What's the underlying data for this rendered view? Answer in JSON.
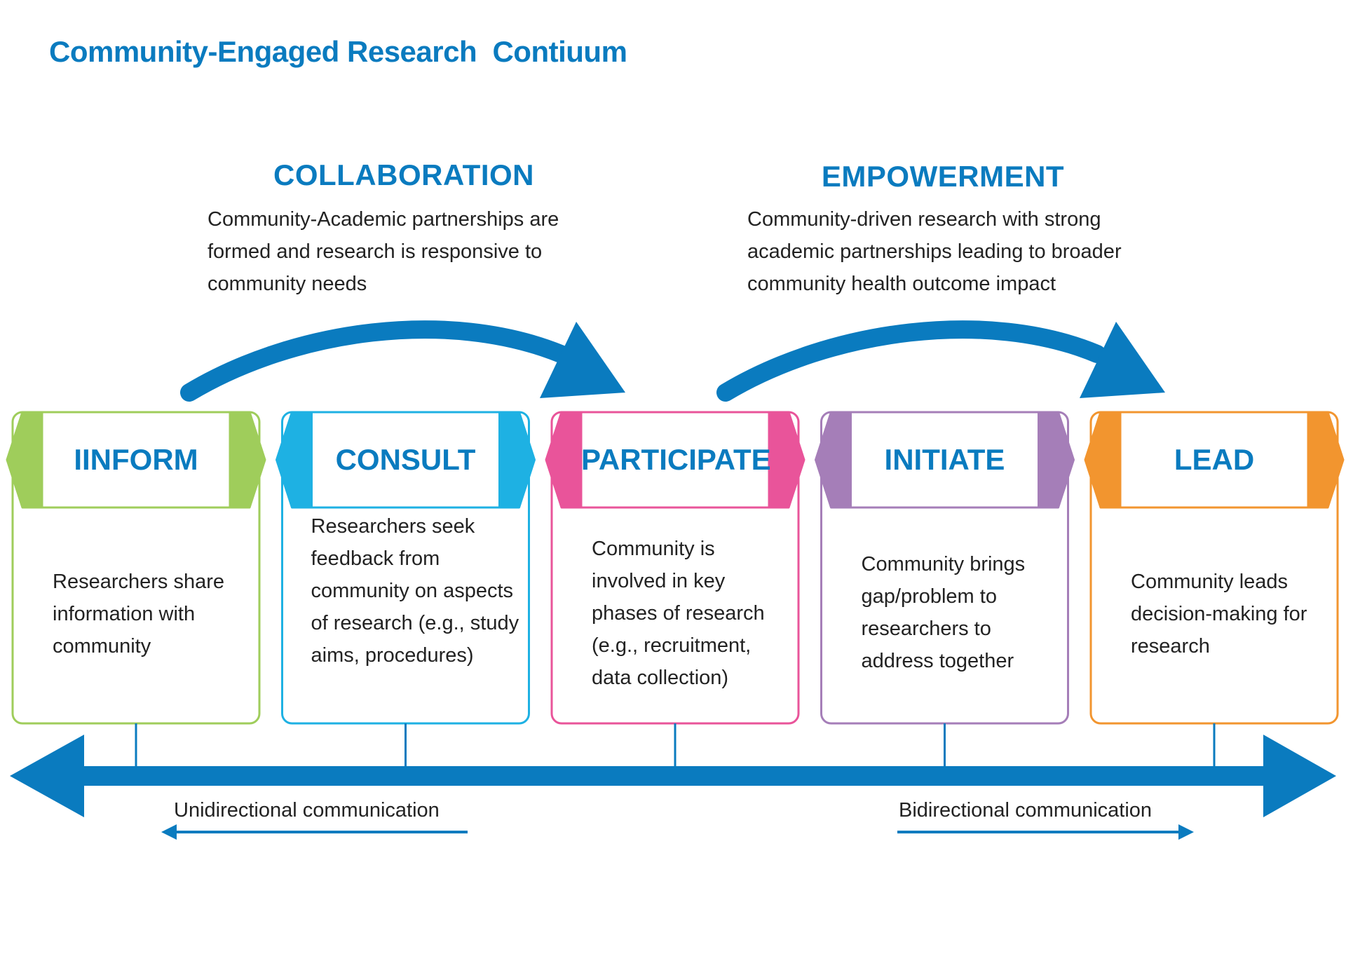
{
  "title": "Community-Engaged Research  Contiuum",
  "collaboration": {
    "heading": "COLLABORATION",
    "description": "Community-Academic partnerships are formed and research is responsive to community needs"
  },
  "empowerment": {
    "heading": "EMPOWERMENT",
    "description": "Community-driven research with strong academic partnerships leading to broader community health outcome impact"
  },
  "stages": [
    {
      "label": "IINFORM",
      "description": "Researchers share information with community",
      "color": "#9fcd5b"
    },
    {
      "label": "CONSULT",
      "description": "Researchers seek feedback from community on aspects of research (e.g., study aims, procedures)",
      "color": "#1eb1e3"
    },
    {
      "label": "PARTICIPATE",
      "description": "Community is involved in key phases of research (e.g., recruitment, data collection)",
      "color": "#e9549a"
    },
    {
      "label": "INITIATE",
      "description": "Community brings gap/problem to researchers to address together",
      "color": "#a57eb8"
    },
    {
      "label": "LEAD",
      "description": "Community leads decision-making for research",
      "color": "#f2952f"
    }
  ],
  "communication": {
    "left_label": "Unidirectional communication",
    "right_label": "Bidirectional communication"
  },
  "colors": {
    "accent": "#0a7bbf",
    "text": "#222222"
  }
}
